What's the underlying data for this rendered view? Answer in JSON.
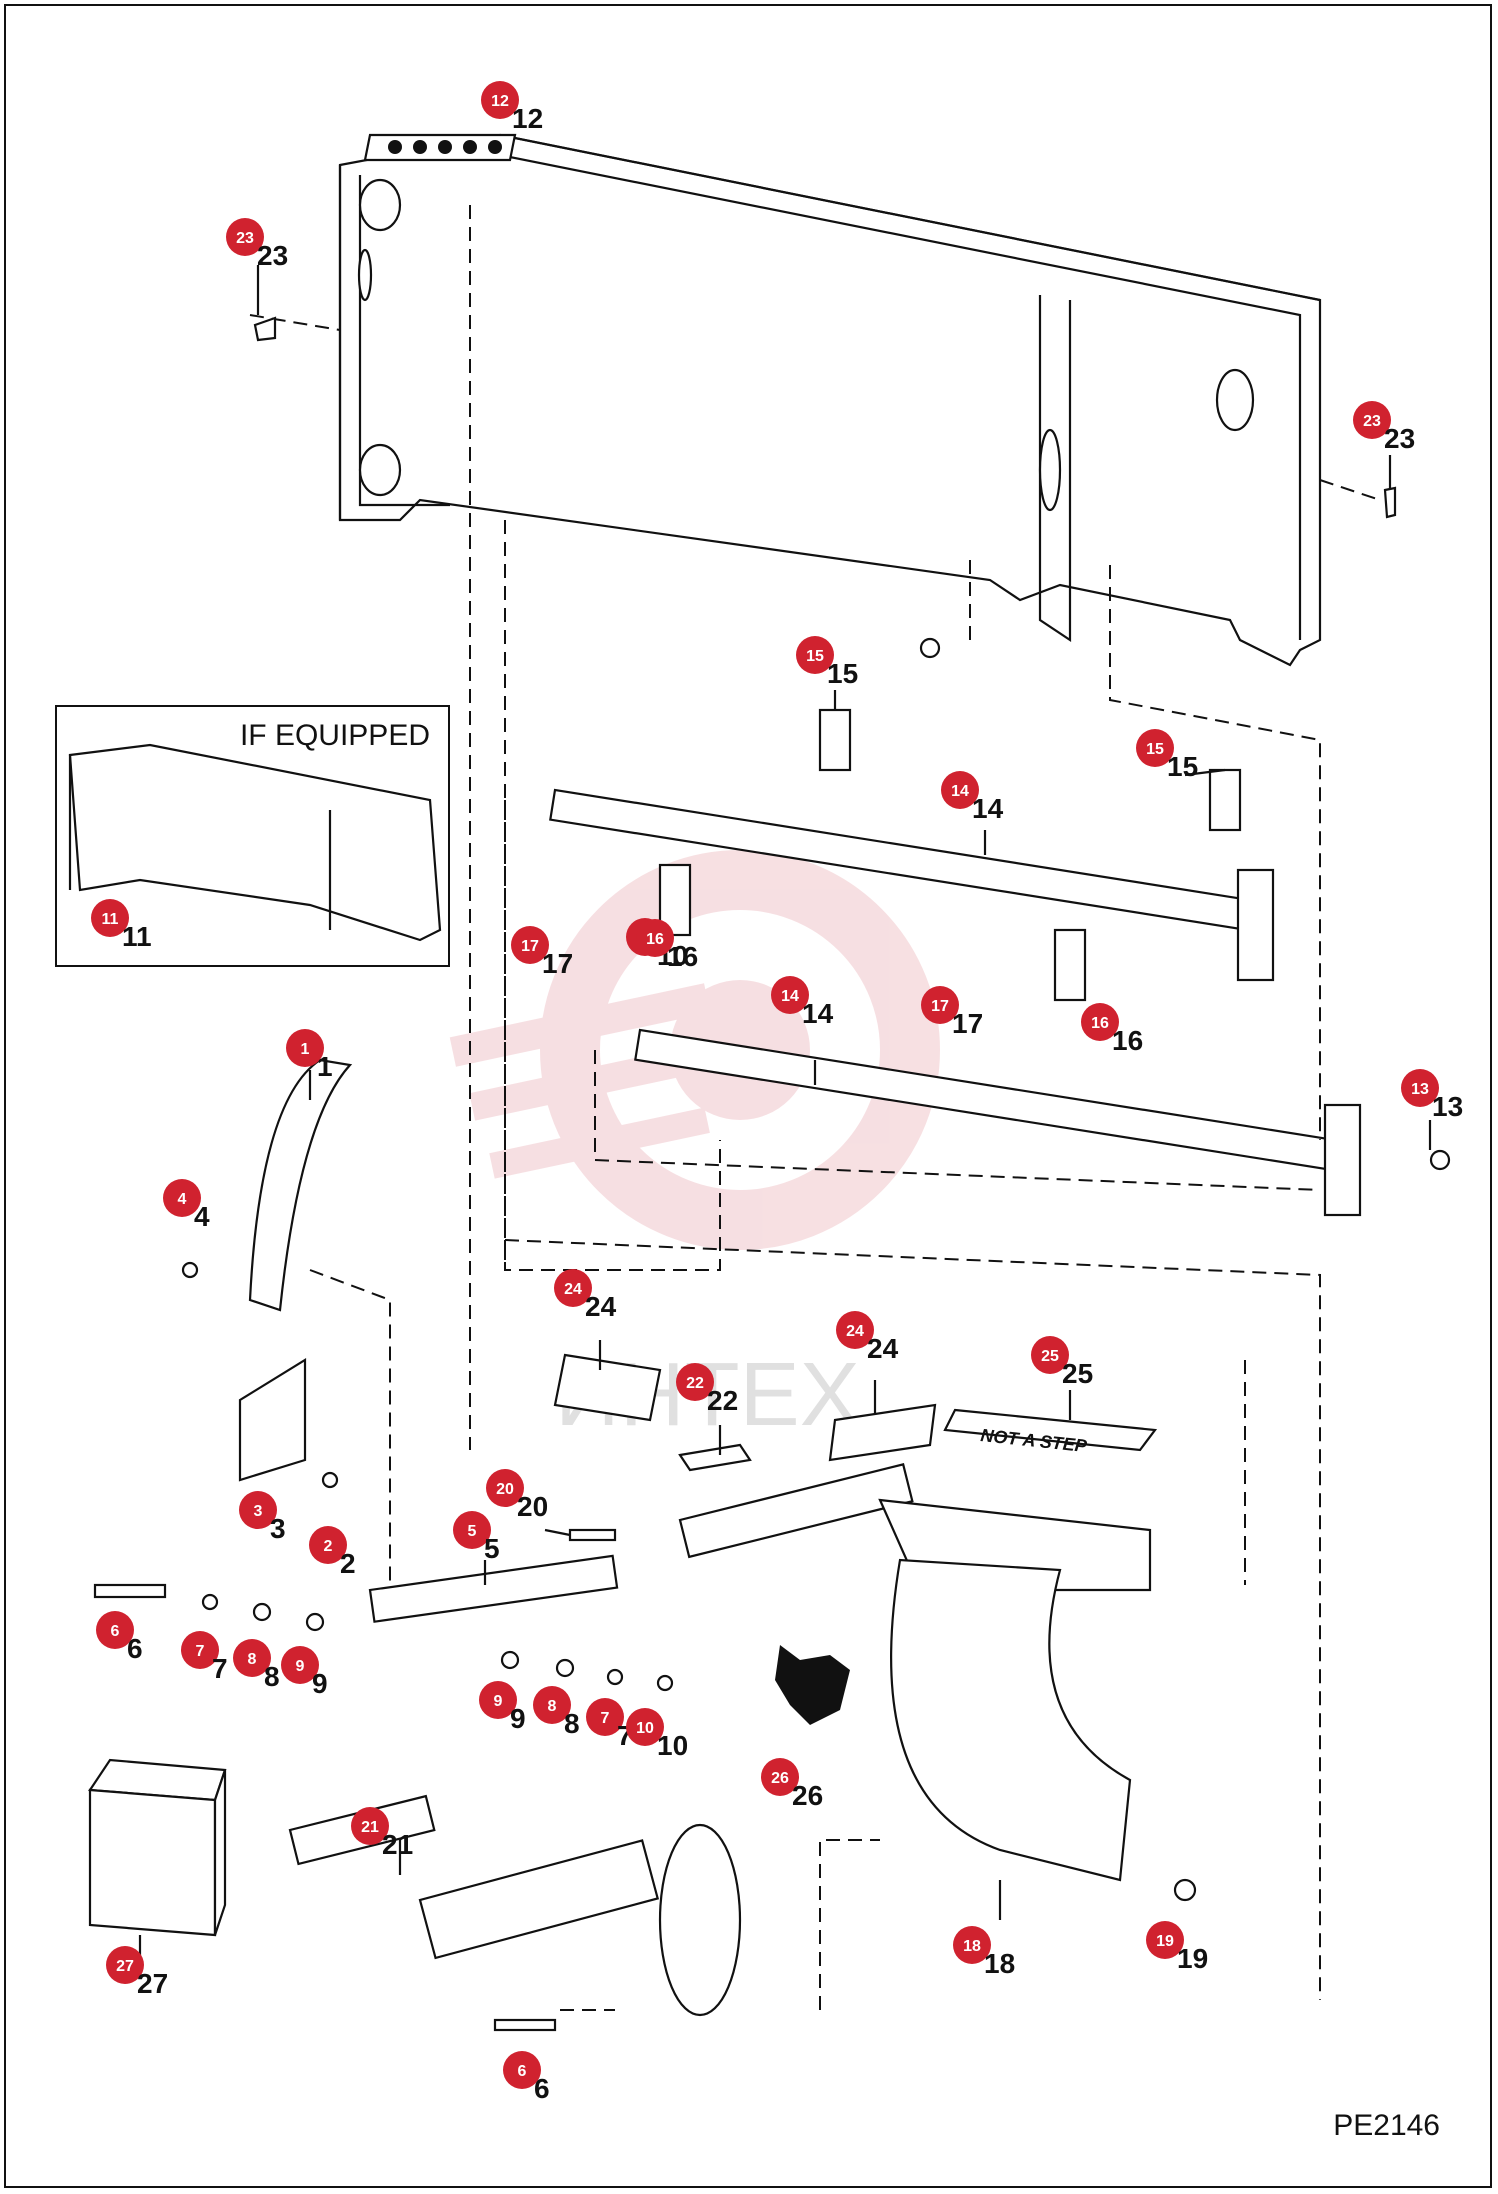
{
  "inset": {
    "label": "IF EQUIPPED"
  },
  "diagram_code": "PE2146",
  "watermark": {
    "text": "ИНТЕХ",
    "color": "#e8a6ad"
  },
  "badge_color": "#d0222f",
  "sticker_text": "NOT A STEP",
  "callouts": [
    {
      "num": "1"
    },
    {
      "num": "2"
    },
    {
      "num": "3"
    },
    {
      "num": "4"
    },
    {
      "num": "5"
    },
    {
      "num": "6"
    },
    {
      "num": "6"
    },
    {
      "num": "7"
    },
    {
      "num": "7"
    },
    {
      "num": "8"
    },
    {
      "num": "8"
    },
    {
      "num": "9"
    },
    {
      "num": "9"
    },
    {
      "num": "10"
    },
    {
      "num": "10"
    },
    {
      "num": "11"
    },
    {
      "num": "12"
    },
    {
      "num": "13"
    },
    {
      "num": "14"
    },
    {
      "num": "14"
    },
    {
      "num": "15"
    },
    {
      "num": "15"
    },
    {
      "num": "16"
    },
    {
      "num": "16"
    },
    {
      "num": "17"
    },
    {
      "num": "17"
    },
    {
      "num": "18"
    },
    {
      "num": "19"
    },
    {
      "num": "20"
    },
    {
      "num": "21"
    },
    {
      "num": "22"
    },
    {
      "num": "23"
    },
    {
      "num": "23"
    },
    {
      "num": "24"
    },
    {
      "num": "24"
    },
    {
      "num": "25"
    },
    {
      "num": "26"
    },
    {
      "num": "27"
    }
  ]
}
